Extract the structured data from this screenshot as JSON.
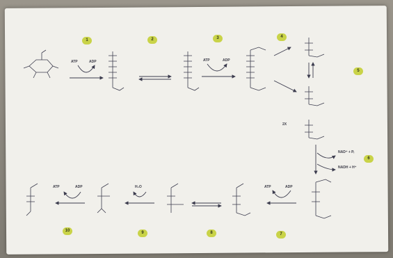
{
  "steps": [
    "1",
    "2",
    "3",
    "4",
    "5",
    "6",
    "7",
    "8",
    "9",
    "10"
  ],
  "cofactors": {
    "atp_1": "ATP",
    "adp_1": "ADP",
    "atp_3": "ATP",
    "adp_3": "ADP",
    "nad": "NAD⁺ + Pᵢ",
    "nadh": "NADH + H⁺",
    "atp_7": "ATP",
    "adp_7": "ADP",
    "h2o": "H₂O",
    "atp_10": "ATP",
    "adp_10": "ADP",
    "two_x": "2X"
  },
  "colors": {
    "badge": "#c9d348",
    "ink": "#3c3c4e",
    "sheet": "#f1f0eb"
  }
}
